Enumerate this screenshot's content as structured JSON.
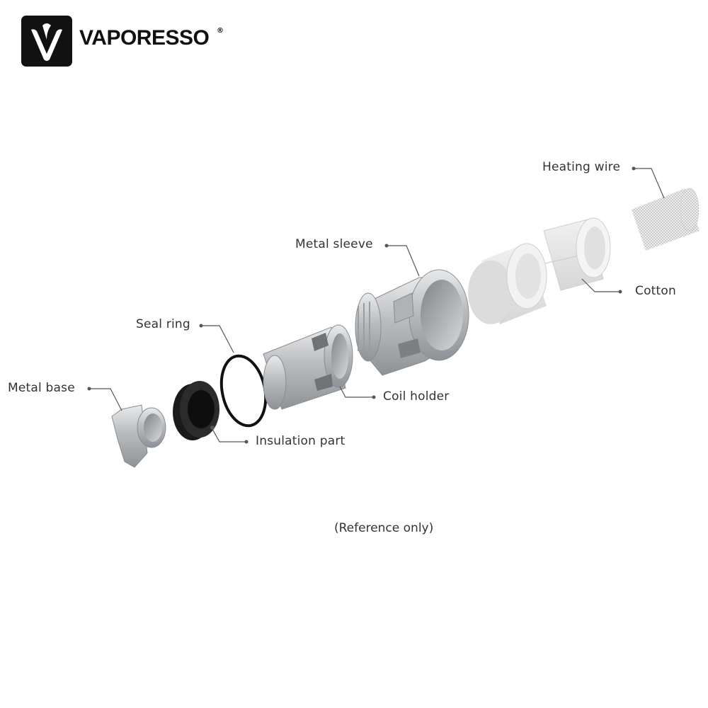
{
  "brand": {
    "name": "VAPORESSO",
    "registered_mark": "®",
    "logo_icon": "vaporesso-v-icon"
  },
  "labels": {
    "heating_wire": "Heating wire",
    "metal_sleeve": "Metal sleeve",
    "cotton": "Cotton",
    "seal_ring": "Seal ring",
    "metal_base": "Metal base",
    "coil_holder": "Coil holder",
    "insulation_part": "Insulation part"
  },
  "caption": "(Reference only)",
  "colors": {
    "leader_line": "#555555",
    "metal": "#c9cbcd",
    "cotton": "#e4e4e4",
    "insulation": "#1a1a1a"
  }
}
